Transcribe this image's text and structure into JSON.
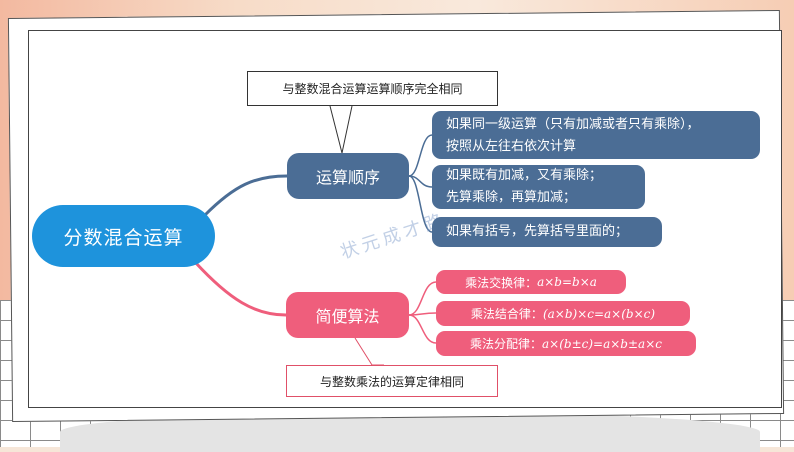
{
  "root": "分数混合运算",
  "watermark": "状元成才路",
  "branches": [
    {
      "label": "运算顺序",
      "callout": "与整数混合运算运算顺序完全相同",
      "leaves": [
        {
          "line1": "如果同一级运算（只有加减或者只有乘除），",
          "line2": "按照从左往右依次计算"
        },
        {
          "line1": "如果既有加减，又有乘除；",
          "line2": "先算乘除，再算加减；"
        },
        {
          "line1": "如果有括号，先算括号里面的；",
          "line2": ""
        }
      ]
    },
    {
      "label": "简便算法",
      "callout": "与整数乘法的运算定律相同",
      "leaves": [
        {
          "name": "乘法交换律：",
          "formula": "a×b=b×a"
        },
        {
          "name": "乘法结合律：",
          "formula": "(a×b)×c=a×(b×c)"
        },
        {
          "name": "乘法分配律：",
          "formula": "a×(b±c)=a×b±a×c"
        }
      ]
    }
  ],
  "colors": {
    "root": "#1e93dc",
    "order": "#4b6d95",
    "simplify": "#ef5e7c"
  }
}
